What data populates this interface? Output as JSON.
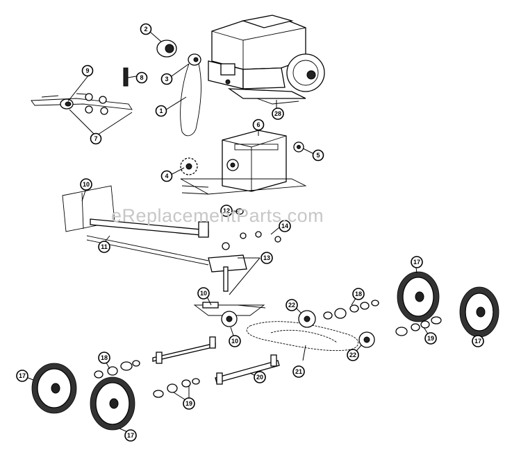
{
  "watermark": "eReplacementParts.com",
  "callouts": [
    {
      "id": "c1",
      "label": "1"
    },
    {
      "id": "c2",
      "label": "2"
    },
    {
      "id": "c3",
      "label": "3"
    },
    {
      "id": "c4",
      "label": "4"
    },
    {
      "id": "c5",
      "label": "5"
    },
    {
      "id": "c6",
      "label": "6"
    },
    {
      "id": "c7",
      "label": "7"
    },
    {
      "id": "c8",
      "label": "8"
    },
    {
      "id": "c9",
      "label": "9"
    },
    {
      "id": "c10a",
      "label": "10"
    },
    {
      "id": "c10b",
      "label": "10"
    },
    {
      "id": "c10c",
      "label": "10"
    },
    {
      "id": "c11",
      "label": "11"
    },
    {
      "id": "c12",
      "label": "12"
    },
    {
      "id": "c13",
      "label": "13"
    },
    {
      "id": "c14",
      "label": "14"
    },
    {
      "id": "c17a",
      "label": "17"
    },
    {
      "id": "c17b",
      "label": "17"
    },
    {
      "id": "c17c",
      "label": "17"
    },
    {
      "id": "c17d",
      "label": "17"
    },
    {
      "id": "c18a",
      "label": "18"
    },
    {
      "id": "c18b",
      "label": "18"
    },
    {
      "id": "c19a",
      "label": "19"
    },
    {
      "id": "c19b",
      "label": "19"
    },
    {
      "id": "c20",
      "label": "20"
    },
    {
      "id": "c21",
      "label": "21"
    },
    {
      "id": "c22a",
      "label": "22"
    },
    {
      "id": "c22b",
      "label": "22"
    },
    {
      "id": "c28",
      "label": "28"
    }
  ]
}
